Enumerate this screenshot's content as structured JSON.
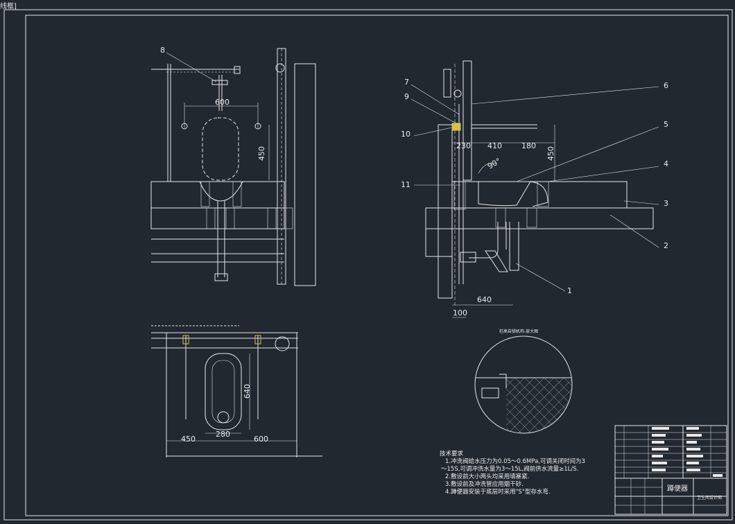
{
  "corner_label": "线框]",
  "labels": {
    "n8": "8",
    "n7": "7",
    "n9": "9",
    "n10": "10",
    "n11": "11",
    "n6": "6",
    "n5": "5",
    "n4": "4",
    "n3": "3",
    "n2": "2",
    "n1": "1"
  },
  "dims": {
    "front_600": "600",
    "front_450": "450",
    "side_230": "230",
    "side_410": "410",
    "side_180": "180",
    "side_450": "450",
    "side_angle": "90°",
    "side_640": "640",
    "side_100": "100",
    "plan_640": "640",
    "plan_450": "450",
    "plan_280": "280",
    "plan_600": "600"
  },
  "detail_title": "柱高自锁机构-放大图",
  "notes": {
    "title": "技术要求",
    "line1": "1.冲洗阀给水压力为0.05～0.6MPa,可调关闭时间为3",
    "line2": "～15S,可调冲洗水量为3～15L,阀前供水流量≥1L/S.",
    "line3": "2.敷设前大小两头均采用填塞紧.",
    "line4": "3.敷设前及冲洗管应用烟干砂.",
    "line5": "4.蹲便器安装于底层时采用\"S\"型存水弯."
  },
  "title_block": {
    "name": "蹲便器",
    "drawing": "卫生间设计图"
  },
  "colors": {
    "background": "#212830",
    "line": "#e8e8e8",
    "highlight": "#d8c040"
  }
}
